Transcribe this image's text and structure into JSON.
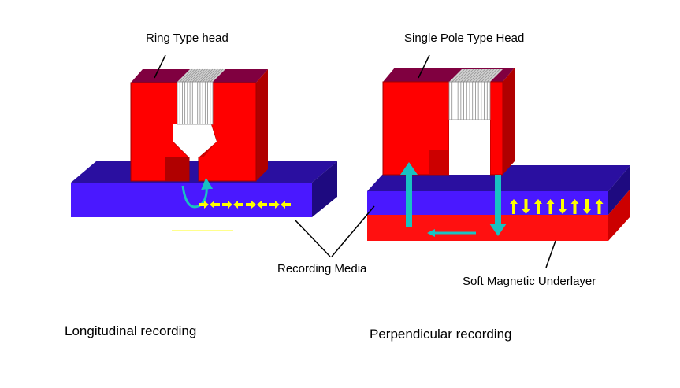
{
  "labels": {
    "ring_head": "Ring Type head",
    "single_pole_head": "Single Pole Type Head",
    "recording_media": "Recording Media",
    "soft_underlayer": "Soft Magnetic Underlayer"
  },
  "captions": {
    "longitudinal": "Longitudinal recording",
    "perpendicular": "Perpendicular recording"
  },
  "colors": {
    "head_red": "#ff0000",
    "head_dark_red": "#d00000",
    "head_top": "#800040",
    "media_blue": "#3311aa",
    "media_top": "#2a0fa0",
    "media_front": "#4a2aff",
    "underlayer_red": "#ff1010",
    "flux_cyan": "#19c2c2",
    "bit_yellow": "#ffff00"
  },
  "bits": {
    "longitudinal_count": 8,
    "perpendicular_pattern": [
      "up",
      "down",
      "up",
      "up",
      "down",
      "up",
      "down",
      "up"
    ]
  }
}
